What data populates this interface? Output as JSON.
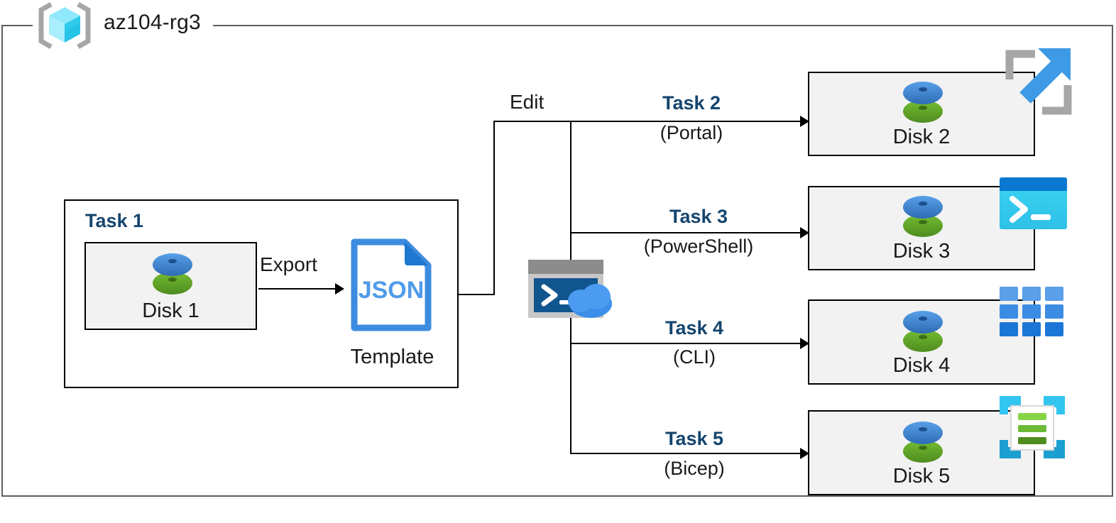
{
  "diagram": {
    "type": "architecture-flow",
    "resource_group": {
      "name": "az104-rg3",
      "icon": "azure-resource-group-cube-icon"
    },
    "colors": {
      "task_label_blue": "#14456e",
      "box_fill": "#f2f2f2",
      "box_border": "#000000",
      "frame_gray": "#5d5d63",
      "json_blue": "#3d8ce0",
      "disk_top_blue": "#3d85d4",
      "disk_bottom_green": "#6cb52d",
      "powershell_cyan": "#36c6ef",
      "powershell_header": "#0078d4",
      "cli_blue": "#3089e0",
      "bicep_cyan": "#32c5f0",
      "bicep_green": "#7fc73e",
      "portal_gray": "#a6a6a6",
      "portal_arrow_blue": "#4ea5e8",
      "cloudshell_terminal": "#11558f"
    },
    "task1": {
      "label": "Task 1",
      "source_box": {
        "label": "Disk 1",
        "icon": "managed-disk-icon"
      },
      "export_edge": {
        "label": "Export"
      },
      "template": {
        "icon": "json-file-icon",
        "icon_text": "JSON",
        "caption": "Template"
      }
    },
    "edit_edge": {
      "label": "Edit",
      "icon": "cloud-shell-icon"
    },
    "branches": [
      {
        "task": "Task 2",
        "method": "(Portal)",
        "target": "Disk 2",
        "target_icon": "azure-portal-icon",
        "disk_icon": "managed-disk-icon"
      },
      {
        "task": "Task 3",
        "method": "(PowerShell)",
        "target": "Disk 3",
        "target_icon": "powershell-icon",
        "disk_icon": "managed-disk-icon"
      },
      {
        "task": "Task 4",
        "method": "(CLI)",
        "target": "Disk 4",
        "target_icon": "azure-cli-icon",
        "disk_icon": "managed-disk-icon"
      },
      {
        "task": "Task 5",
        "method": "(Bicep)",
        "target": "Disk 5",
        "target_icon": "bicep-icon",
        "disk_icon": "managed-disk-icon"
      }
    ]
  }
}
